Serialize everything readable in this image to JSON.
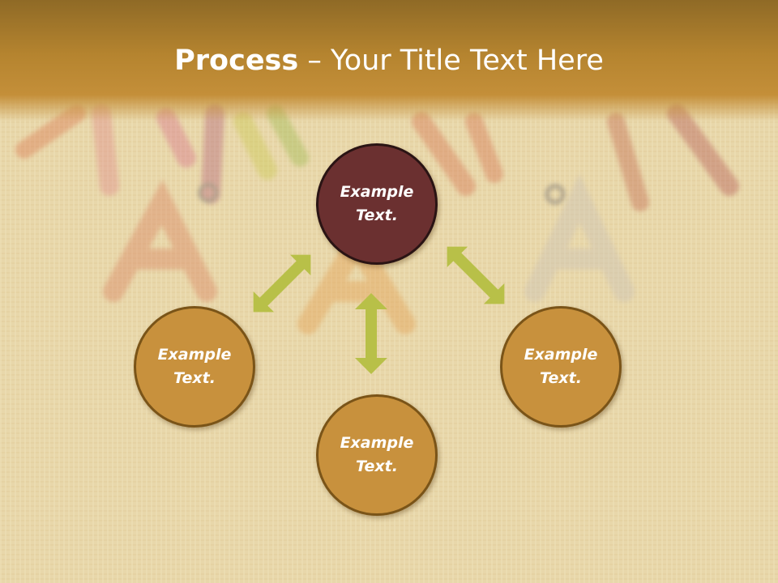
{
  "title": {
    "bold": "Process",
    "rest": " – Your Title Text Here"
  },
  "nodes": {
    "center": {
      "line1": "Example",
      "line2": "Text."
    },
    "left": {
      "line1": "Example",
      "line2": "Text."
    },
    "bottom": {
      "line1": "Example",
      "line2": "Text."
    },
    "right": {
      "line1": "Example",
      "line2": "Text."
    }
  },
  "colors": {
    "title_bar": "#b5842f",
    "center_node": "#6b3030",
    "outer_node": "#c8913d",
    "arrow": "#b8c048",
    "background": "#e9d9ad"
  }
}
